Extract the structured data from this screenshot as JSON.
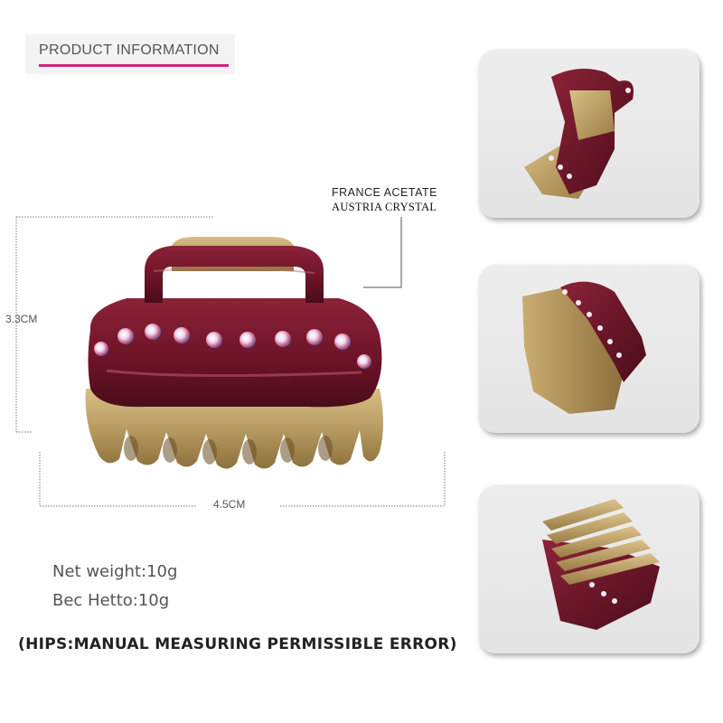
{
  "header": {
    "title": "PRODUCT INFORMATION"
  },
  "materials": {
    "line1": "FRANCE ACETATE",
    "line2": "AUSTRIA CRYSTAL"
  },
  "dimensions": {
    "height": "3.3CM",
    "width": "4.5CM"
  },
  "weights": {
    "line1": "Net weight:10g",
    "line2": "Bec Hetto:10g"
  },
  "note": "(HIPS:MANUAL MEASURING PERMISSIBLE ERROR)",
  "colors": {
    "burgundy": "#6e1428",
    "gold": "#b89b62",
    "accent": "#d2257a"
  }
}
